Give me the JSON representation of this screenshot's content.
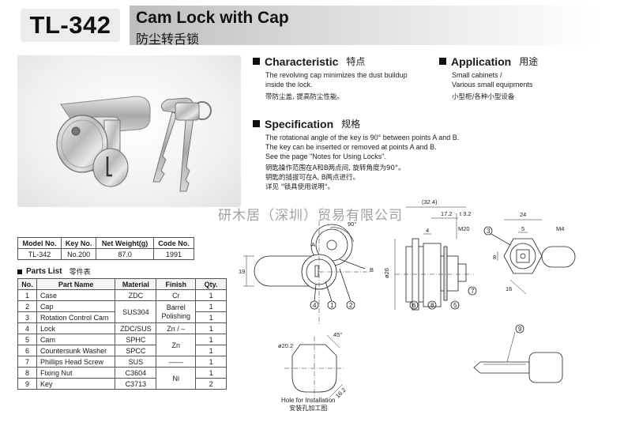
{
  "header": {
    "model": "TL-342",
    "title_en": "Cam Lock with Cap",
    "title_cn": "防尘转舌锁"
  },
  "characteristic": {
    "title_en": "Characteristic",
    "title_cn": "特点",
    "lines_en": [
      "The revolving cap minimizes the dust buildup",
      "inside the lock."
    ],
    "line_cn": "带防尘盖, 提高防尘性能。"
  },
  "application": {
    "title_en": "Application",
    "title_cn": "用途",
    "lines_en": [
      "Small cabinets /",
      "Various small equipments"
    ],
    "line_cn": "小型柜/各种小型设备"
  },
  "specification": {
    "title_en": "Specification",
    "title_cn": "规格",
    "lines_en": [
      "The rotational angle of the key is 90° between points A and B.",
      "The key can be inserted or removed at points A and B.",
      "See the page \"Notes for Using Locks\"."
    ],
    "lines_cn": [
      "钥匙操作范围在A和B两点间, 旋转角度为90°。",
      "钥匙的插拔可在A, B两点进行。",
      "详见 \"锁具使用说明\"。"
    ]
  },
  "watermark": "研木居（深圳）贸易有限公司",
  "spec_table": {
    "headers": [
      "Model No.",
      "Key No.",
      "Net Weight(g)",
      "Code No."
    ],
    "row": [
      "TL-342",
      "No.200",
      "87.0",
      "1991"
    ]
  },
  "parts": {
    "title_en": "Parts List",
    "title_cn": "零件表",
    "headers": [
      "No.",
      "Part Name",
      "Material",
      "Finish",
      "Qty."
    ],
    "rows": [
      {
        "no": "1",
        "name": "Case",
        "material": "ZDC",
        "qty": "1"
      },
      {
        "no": "2",
        "name": "Cap",
        "material": "SUS304",
        "qty": "1"
      },
      {
        "no": "3",
        "name": "Rotation Control Cam",
        "material": "",
        "qty": "1"
      },
      {
        "no": "4",
        "name": "Lock",
        "material": "ZDC/SUS",
        "qty": "1"
      },
      {
        "no": "5",
        "name": "Cam",
        "material": "SPHC",
        "qty": "1"
      },
      {
        "no": "6",
        "name": "Countersunk Washer",
        "material": "SPCC",
        "qty": "1"
      },
      {
        "no": "7",
        "name": "Phillips Head Screw",
        "material": "SUS",
        "qty": "1"
      },
      {
        "no": "8",
        "name": "Fixing Nut",
        "material": "C3604",
        "qty": "1"
      },
      {
        "no": "9",
        "name": "Key",
        "material": "C3713",
        "qty": "2"
      }
    ],
    "finish": {
      "cr": "Cr",
      "barrel1": "Barrel",
      "barrel2": "Polishing",
      "zn_dash": "Zn / –",
      "zn": "Zn",
      "dash": "——",
      "ni": "Ni"
    }
  },
  "drawing": {
    "dims": {
      "d32_4": "(32.4)",
      "d17_2": "17.2",
      "t3_2": "t 3.2",
      "d4": "4",
      "m20": "M20",
      "d24": "24",
      "d5": "5",
      "m4": "M4",
      "d90": "90°",
      "d19": "19",
      "phi26": "ø26",
      "a": "A",
      "b": "B",
      "d8": "8",
      "d16": "16",
      "d45": "45°",
      "phi20_2": "ø20.2",
      "d16_2": "16.2"
    },
    "callouts": [
      "1",
      "2",
      "3",
      "4",
      "5",
      "6",
      "7",
      "8",
      "9"
    ],
    "hole_caption_en": "Hole for Installation",
    "hole_caption_cn": "安装孔加工图"
  }
}
